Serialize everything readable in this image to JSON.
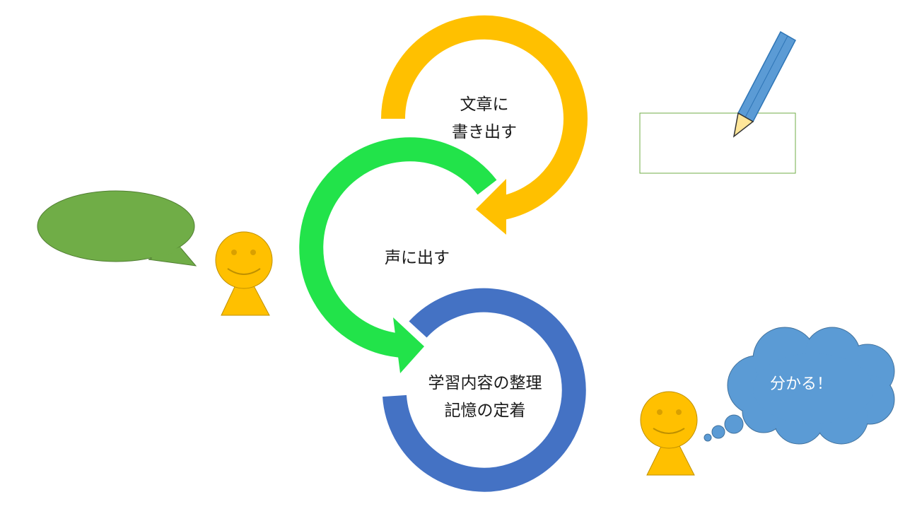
{
  "cycle": {
    "write": {
      "line1": "文章に",
      "line2": "書き出す",
      "color": "#FFC000"
    },
    "speak": {
      "line1": "声に出す",
      "color": "#22E34A"
    },
    "learn": {
      "line1": "学習内容の整理",
      "line2": "記憶の定着",
      "color": "#4472C4"
    }
  },
  "thought": {
    "text": "分かる！",
    "color": "#5B9BD5"
  },
  "speech_bubble": {
    "color": "#70AD47"
  },
  "person": {
    "color": "#FFC000",
    "eye_color": "#D9A000"
  },
  "pencil": {
    "body_color": "#5B9BD5",
    "tip_color": "#FFE699"
  },
  "note_box": {
    "border_color": "#70AD47"
  }
}
